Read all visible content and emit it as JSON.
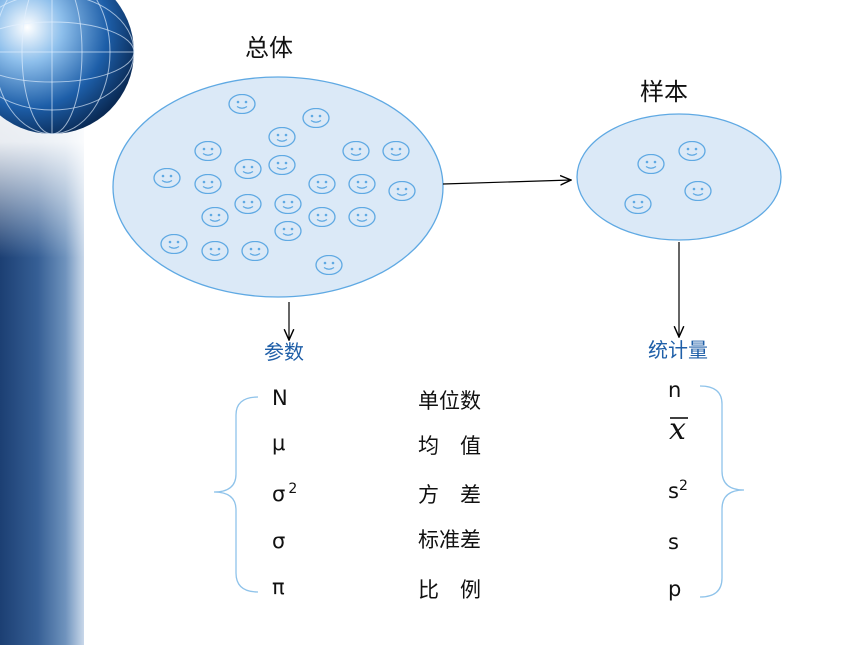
{
  "population": {
    "title": "总体",
    "parameter_label": "参数"
  },
  "sample": {
    "title": "样本",
    "statistic_label": "统计量"
  },
  "rows": [
    {
      "param": "N",
      "name": "单位数",
      "stat": "n"
    },
    {
      "param": "μ",
      "name": "均　值",
      "stat": "x"
    },
    {
      "param": "σ",
      "param_sup": "2",
      "name": "方　差",
      "stat": "s",
      "stat_sup": "2"
    },
    {
      "param": "σ",
      "name": "标准差",
      "stat": "s"
    },
    {
      "param": "π",
      "name": "比　例",
      "stat": "p"
    }
  ],
  "colors": {
    "ellipse_fill": "#dbe9f7",
    "ellipse_stroke": "#5fa9e3",
    "face_fill": "#dbe9f7",
    "face_stroke": "#5fa9e3",
    "label_blue": "#1f5fa8",
    "brace": "#8fc3ea"
  },
  "icons": {
    "face": "smiley-face-icon",
    "globe": "globe-icon"
  }
}
